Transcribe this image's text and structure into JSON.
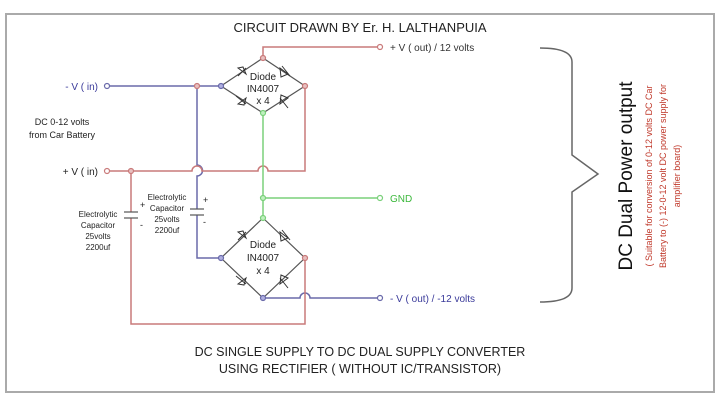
{
  "title": "CIRCUIT DRAWN BY Er. H. LALTHANPUIA",
  "footer": {
    "line1": "DC SINGLE SUPPLY TO DC DUAL SUPPLY CONVERTER",
    "line2": "USING RECTIFIER  ( WITHOUT IC/TRANSISTOR)"
  },
  "inputs": {
    "neg_in": "- V  ( in)",
    "pos_in": "+ V  ( in)",
    "source_line1": "DC 0-12 volts",
    "source_line2": "from Car Battery"
  },
  "outputs": {
    "pos_out": "+ V  ( out)  / 12 volts",
    "gnd": "GND",
    "neg_out": "- V  ( out)  / -12 volts"
  },
  "bridges": [
    {
      "line1": "Diode",
      "line2": "IN4007",
      "line3": "x 4"
    },
    {
      "line1": "Diode",
      "line2": "IN4007",
      "line3": "x 4"
    }
  ],
  "capacitors": [
    {
      "line1": "Electrolytic",
      "line2": "Capacitor",
      "line3": "25volts",
      "line4": "2200uf",
      "plus": "+",
      "minus": "-"
    },
    {
      "line1": "Electrolytic",
      "line2": "Capacitor",
      "line3": "25volts",
      "line4": "2200uf",
      "plus": "+",
      "minus": "-"
    }
  ],
  "side": {
    "heading": "DC Dual Power output",
    "note1": "( Suitable for conversion of 0-12 volts DC Car",
    "note2": "Battery to  (-)  12-0-12 volt DC power supply for",
    "note3": "amplifier board)"
  },
  "colors": {
    "positive": "#c97a7a",
    "negative": "#6a6aaa",
    "ground": "#7ad07a",
    "neutral": "#555555",
    "text": "#222222",
    "negative_text": "#3a3a9a",
    "ground_text": "#3cb83c",
    "note_text": "#c0392b"
  }
}
